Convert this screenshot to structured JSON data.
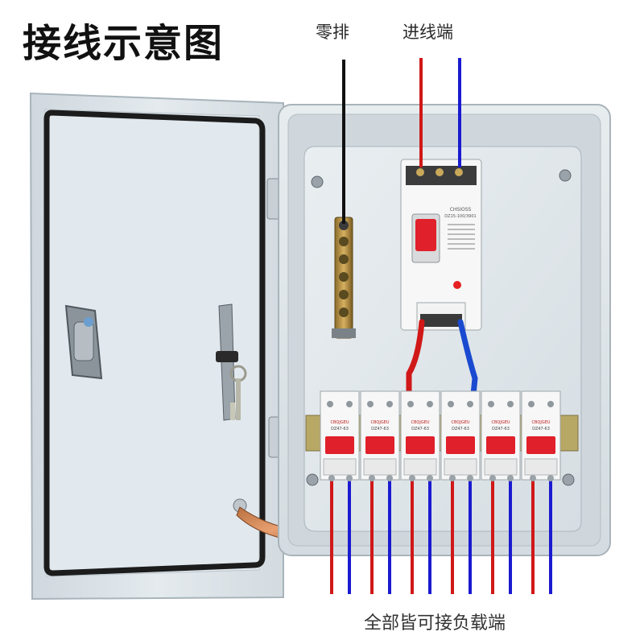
{
  "title": "接线示意图",
  "labels": {
    "neutral_bar": "零排",
    "incoming_terminal": "进线端",
    "load_terminals": "全部皆可接负载端"
  },
  "main_breaker": {
    "brand": "CHSIOSS",
    "model": "DZ15-100/3901"
  },
  "branch_breakers": [
    {
      "brand": "CBQJGEU",
      "model": "DZ47-63"
    },
    {
      "brand": "CBQJGEU",
      "model": "DZ47-63"
    },
    {
      "brand": "CBQJGEU",
      "model": "DZ47-63"
    },
    {
      "brand": "CBQJGEU",
      "model": "DZ47-63"
    },
    {
      "brand": "CBQJGEU",
      "model": "DZ47-63"
    },
    {
      "brand": "CBQJGEU",
      "model": "DZ47-63"
    }
  ],
  "colors": {
    "live_wire": "#d01818",
    "neutral_wire": "#1a1ad0",
    "earth_wire": "#111111",
    "cabinet": "#dfe6ea",
    "handle": "#e0202a"
  }
}
